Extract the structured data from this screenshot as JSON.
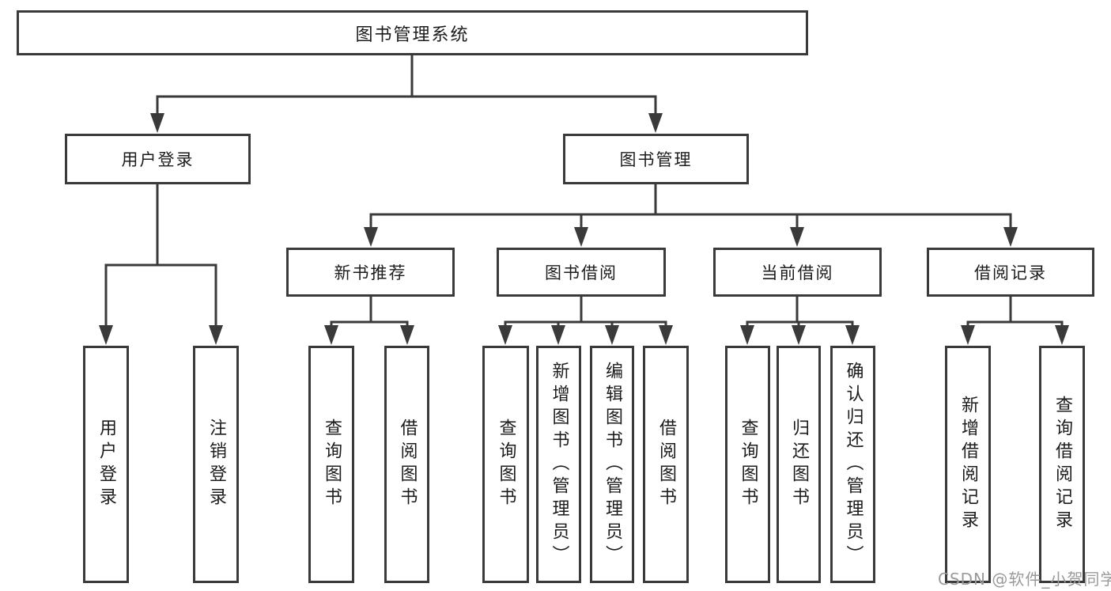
{
  "diagram": {
    "type": "tree",
    "title": "图书管理系统",
    "watermark": "CSDN @软件_小贺同学",
    "colors": {
      "line": "#3a3a3a",
      "box_border": "#3a3a3a",
      "box_fill": "#ffffff",
      "text": "#1c1c1c",
      "watermark": "#9a9a9a",
      "background": "#ffffff"
    },
    "nodes": [
      {
        "id": "root",
        "label": "图书管理系统",
        "parent": null,
        "orientation": "horizontal"
      },
      {
        "id": "user-login",
        "label": "用户登录",
        "parent": "root",
        "orientation": "horizontal"
      },
      {
        "id": "book-mgmt",
        "label": "图书管理",
        "parent": "root",
        "orientation": "horizontal"
      },
      {
        "id": "new-book-rec",
        "label": "新书推荐",
        "parent": "book-mgmt",
        "orientation": "horizontal"
      },
      {
        "id": "book-borrow",
        "label": "图书借阅",
        "parent": "book-mgmt",
        "orientation": "horizontal"
      },
      {
        "id": "current-borrow",
        "label": "当前借阅",
        "parent": "book-mgmt",
        "orientation": "horizontal"
      },
      {
        "id": "borrow-records",
        "label": "借阅记录",
        "parent": "book-mgmt",
        "orientation": "horizontal"
      },
      {
        "id": "leaf-user-login",
        "label": "用户登录",
        "parent": "user-login",
        "orientation": "vertical"
      },
      {
        "id": "leaf-logout",
        "label": "注销登录",
        "parent": "user-login",
        "orientation": "vertical"
      },
      {
        "id": "leaf-query-book-1",
        "label": "查询图书",
        "parent": "new-book-rec",
        "orientation": "vertical"
      },
      {
        "id": "leaf-borrow-book-1",
        "label": "借阅图书",
        "parent": "new-book-rec",
        "orientation": "vertical"
      },
      {
        "id": "leaf-query-book-2",
        "label": "查询图书",
        "parent": "book-borrow",
        "orientation": "vertical"
      },
      {
        "id": "leaf-add-book",
        "label": "新增图书（管理员）",
        "parent": "book-borrow",
        "orientation": "vertical"
      },
      {
        "id": "leaf-edit-book",
        "label": "编辑图书（管理员）",
        "parent": "book-borrow",
        "orientation": "vertical"
      },
      {
        "id": "leaf-borrow-book-2",
        "label": "借阅图书",
        "parent": "book-borrow",
        "orientation": "vertical"
      },
      {
        "id": "leaf-query-book-3",
        "label": "查询图书",
        "parent": "current-borrow",
        "orientation": "vertical"
      },
      {
        "id": "leaf-return-book",
        "label": "归还图书",
        "parent": "current-borrow",
        "orientation": "vertical"
      },
      {
        "id": "leaf-confirm-return",
        "label": "确认归还（管理员）",
        "parent": "current-borrow",
        "orientation": "vertical"
      },
      {
        "id": "leaf-add-borrow-record",
        "label": "新增借阅记录",
        "parent": "borrow-records",
        "orientation": "vertical"
      },
      {
        "id": "leaf-query-borrow-record",
        "label": "查询借阅记录",
        "parent": "borrow-records",
        "orientation": "vertical"
      }
    ]
  }
}
